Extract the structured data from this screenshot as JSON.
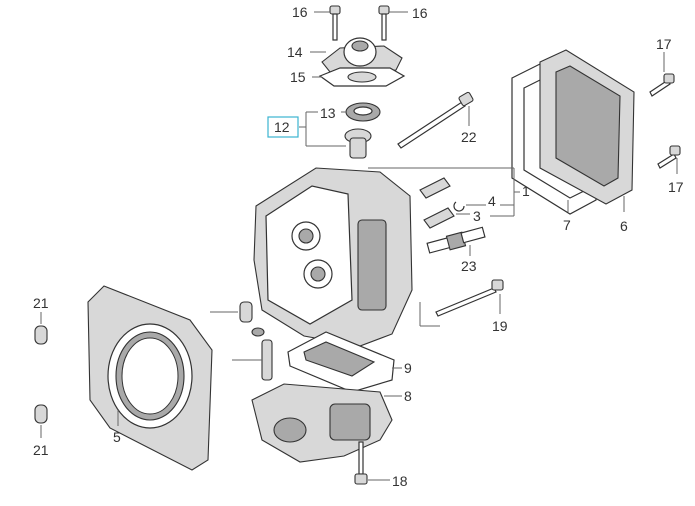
{
  "diagram": {
    "highlight_color": "#3bb3d0",
    "labels": {
      "bolt_16_left": "16",
      "bolt_16_right": "16",
      "cover_14": "14",
      "gasket_15": "15",
      "seal_13": "13",
      "assembly_12": "12",
      "stud_22": "22",
      "bolt_17_top": "17",
      "bolt_17_bottom": "17",
      "head_1": "1",
      "clip_4": "4",
      "guide_3": "3",
      "gasket_7": "7",
      "cover_6": "6",
      "spark_plug_23": "23",
      "dowel_21_top": "21",
      "dowel_21_bottom": "21",
      "stud_19": "19",
      "gasket_9": "9",
      "manifold_8": "8",
      "head_gasket_5": "5",
      "bolt_18": "18"
    }
  }
}
